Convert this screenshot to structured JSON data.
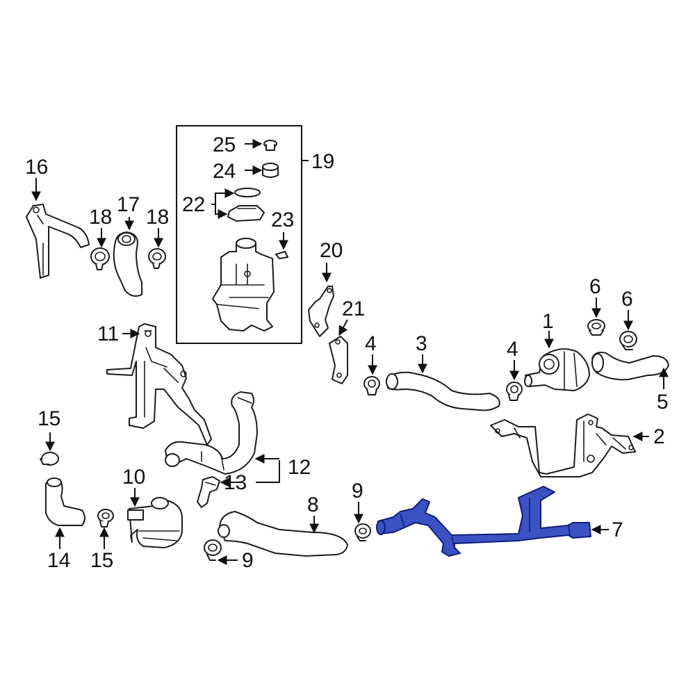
{
  "diagram": {
    "highlight_color": "#3a52c2",
    "callouts": {
      "c1": "1",
      "c2": "2",
      "c3": "3",
      "c4a": "4",
      "c4b": "4",
      "c5": "5",
      "c6a": "6",
      "c6b": "6",
      "c7": "7",
      "c8": "8",
      "c9a": "9",
      "c9b": "9",
      "c10": "10",
      "c11": "11",
      "c12": "12",
      "c13": "13",
      "c14": "14",
      "c15a": "15",
      "c15b": "15",
      "c16": "16",
      "c17": "17",
      "c18a": "18",
      "c18b": "18",
      "c19": "19",
      "c20": "20",
      "c21": "21",
      "c22": "22",
      "c23": "23",
      "c24": "24",
      "c25": "25"
    }
  }
}
